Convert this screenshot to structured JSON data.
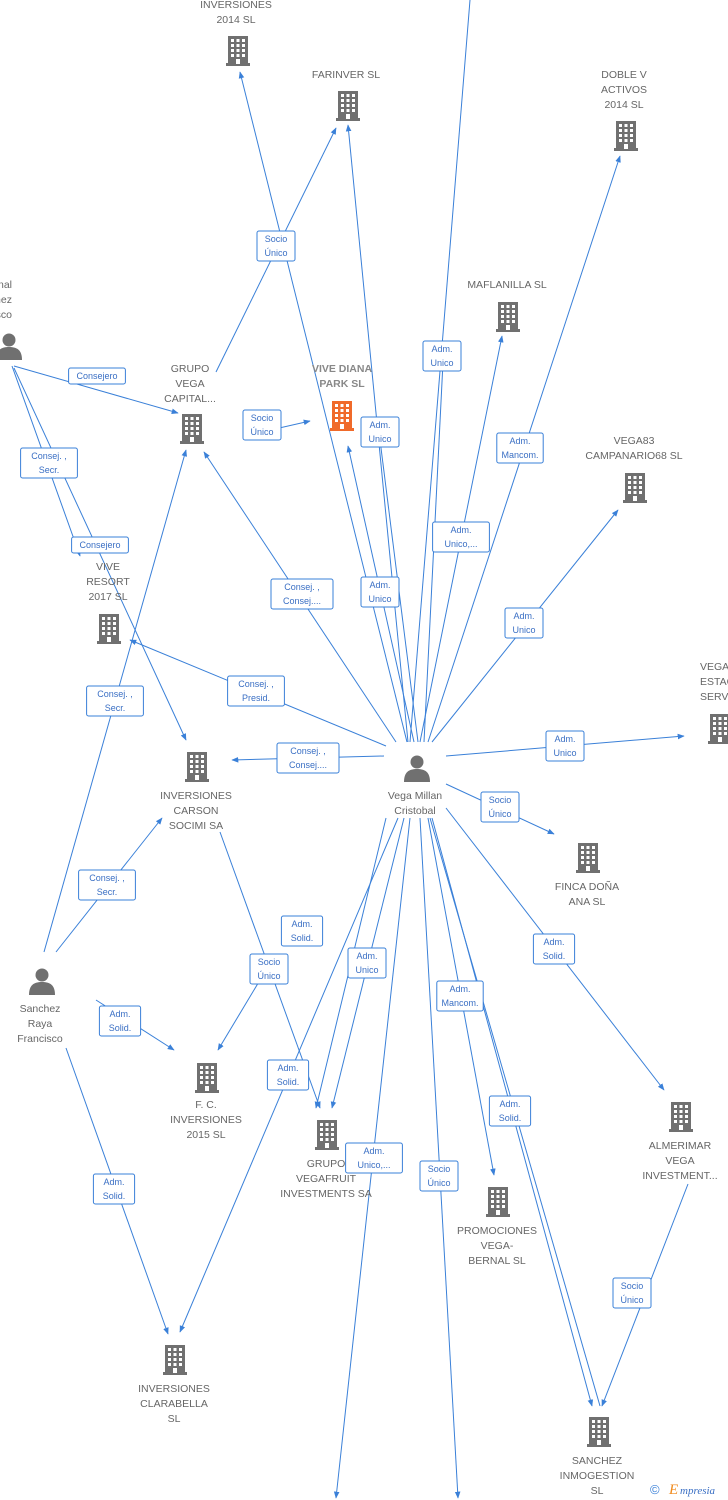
{
  "diagram": {
    "colors": {
      "edge": "#3a80d8",
      "node": "#707070",
      "focus": "#f06a2a",
      "label": "#666666"
    },
    "nodes": [
      {
        "id": "inv2014",
        "type": "company",
        "lines": [
          "INVERSIONES",
          "2014  SL"
        ]
      },
      {
        "id": "farinver",
        "type": "company",
        "lines": [
          "FARINVER  SL"
        ]
      },
      {
        "id": "doblev",
        "type": "company",
        "lines": [
          "DOBLE V",
          "ACTIVOS",
          "2014  SL"
        ]
      },
      {
        "id": "maflanilla",
        "type": "company",
        "lines": [
          "MAFLANILLA  SL"
        ]
      },
      {
        "id": "bernal",
        "type": "person",
        "lines": [
          "ernal",
          "rtinez",
          "ncisco"
        ]
      },
      {
        "id": "grupovega",
        "type": "company",
        "lines": [
          "GRUPO",
          "VEGA",
          "CAPITAL..."
        ]
      },
      {
        "id": "vivediana",
        "type": "focus",
        "lines": [
          "VIVE DIANA",
          "PARK  SL"
        ]
      },
      {
        "id": "vega83",
        "type": "company",
        "lines": [
          "VEGA83",
          "CAMPANARIO68 SL"
        ]
      },
      {
        "id": "viveresort",
        "type": "company",
        "lines": [
          "VIVE",
          "RESORT",
          "2017  SL"
        ]
      },
      {
        "id": "vegaest",
        "type": "company",
        "lines": [
          "VEGA",
          "ESTACI",
          "SERVICI"
        ]
      },
      {
        "id": "carson",
        "type": "company",
        "lines": [
          "INVERSIONES",
          "CARSON",
          "SOCIMI SA"
        ]
      },
      {
        "id": "vegamillan",
        "type": "person",
        "lines": [
          "Vega Millan",
          "Cristobal"
        ]
      },
      {
        "id": "finca",
        "type": "company",
        "lines": [
          "FINCA DOÑA",
          "ANA SL"
        ]
      },
      {
        "id": "sanchezraya",
        "type": "person",
        "lines": [
          "Sanchez",
          "Raya",
          "Francisco"
        ]
      },
      {
        "id": "fc2015",
        "type": "company",
        "lines": [
          "F. C.",
          "INVERSIONES",
          "2015  SL"
        ]
      },
      {
        "id": "vegafruit",
        "type": "company",
        "lines": [
          "GRUPO",
          "VEGAFRUIT",
          "INVESTMENTS SA"
        ]
      },
      {
        "id": "almerimar",
        "type": "company",
        "lines": [
          "ALMERIMAR",
          "VEGA",
          "INVESTMENT..."
        ]
      },
      {
        "id": "promociones",
        "type": "company",
        "lines": [
          "PROMOCIONES",
          "VEGA-",
          "BERNAL SL"
        ]
      },
      {
        "id": "clarabella",
        "type": "company",
        "lines": [
          "INVERSIONES",
          "CLARABELLA",
          "SL"
        ]
      },
      {
        "id": "sanchezinm",
        "type": "company",
        "lines": [
          "SANCHEZ",
          "INMOGESTION",
          "SL"
        ]
      }
    ],
    "edges": [
      {
        "from": "vegamillan",
        "to": "top_offscreen",
        "label": []
      },
      {
        "from": "vegamillan",
        "to": "inv2014",
        "label": []
      },
      {
        "from": "grupovega",
        "to": "farinver",
        "label": [
          "Socio",
          "Único"
        ]
      },
      {
        "from": "vegamillan",
        "to": "farinver",
        "label": []
      },
      {
        "from": "vegamillan",
        "to": "doblev",
        "label": [
          "Adm.",
          "Mancom."
        ]
      },
      {
        "from": "vegamillan",
        "to": "maflanilla",
        "label": [
          "Adm.",
          "Unico,..."
        ]
      },
      {
        "from": "vegamillan",
        "to": "vivediana",
        "label": [
          "Adm.",
          "Unico"
        ]
      },
      {
        "from": "vegamillan",
        "to": "vivediana_b",
        "label": [
          "Adm.",
          "Unico"
        ]
      },
      {
        "from": "vegamillan",
        "to": "vega83",
        "label": [
          "Adm.",
          "Unico"
        ]
      },
      {
        "from": "vegamillan",
        "to": "vegaest",
        "label": [
          "Adm.",
          "Unico"
        ]
      },
      {
        "from": "vegamillan",
        "to": "grupovega",
        "label": [
          "Consej. ,",
          "Consej...."
        ]
      },
      {
        "from": "vegamillan",
        "to": "viveresort",
        "label": [
          "Consej. ,",
          "Presid."
        ]
      },
      {
        "from": "vegamillan",
        "to": "carson",
        "label": [
          "Consej. ,",
          "Consej...."
        ]
      },
      {
        "from": "vegamillan",
        "to": "finca",
        "label": [
          "Socio",
          "Único"
        ]
      },
      {
        "from": "vegamillan",
        "to": "almerimar",
        "label": [
          "Adm.",
          "Solid."
        ]
      },
      {
        "from": "vegamillan",
        "to": "promociones",
        "label": [
          "Adm.",
          "Solid."
        ]
      },
      {
        "from": "vegamillan",
        "to": "sanchezinm",
        "label": [
          "Adm.",
          "Mancom."
        ]
      },
      {
        "from": "vegamillan",
        "to": "vegafruit",
        "label": [
          "Adm.",
          "Unico"
        ]
      },
      {
        "from": "vegamillan",
        "to": "fc2015",
        "label": [
          "Adm.",
          "Solid."
        ]
      },
      {
        "from": "vegamillan",
        "to": "clarabella",
        "label": [
          "Adm.",
          "Solid."
        ]
      },
      {
        "from": "vegamillan",
        "to": "bottom1",
        "label": [
          "Adm.",
          "Unico,..."
        ]
      },
      {
        "from": "vegamillan",
        "to": "bottom2",
        "label": [
          "Socio",
          "Único"
        ]
      },
      {
        "from": "vegamillan",
        "to": "unico_mid",
        "label": [
          "Adm.",
          "Unico"
        ]
      },
      {
        "from": "grupovega",
        "to": "vivediana",
        "label": [
          "Socio",
          "Único"
        ]
      },
      {
        "from": "bernal",
        "to": "grupovega",
        "label": [
          "Consejero"
        ]
      },
      {
        "from": "bernal",
        "to": "viveresort",
        "label": [
          "Consej. ,",
          "Secr."
        ]
      },
      {
        "from": "bernal",
        "to": "carson",
        "label": [
          "Consejero"
        ]
      },
      {
        "from": "sanchezraya",
        "to": "grupovega",
        "label": [
          "Consej. ,",
          "Secr."
        ]
      },
      {
        "from": "sanchezraya",
        "to": "carson",
        "label": [
          "Consej. ,",
          "Secr."
        ]
      },
      {
        "from": "sanchezraya",
        "to": "fc2015",
        "label": [
          "Adm.",
          "Solid."
        ]
      },
      {
        "from": "sanchezraya",
        "to": "clarabella",
        "label": [
          "Adm.",
          "Solid."
        ]
      },
      {
        "from": "carson",
        "to": "vegafruit",
        "label": [
          "Socio",
          "Único"
        ]
      },
      {
        "from": "carson",
        "to": "fc2015",
        "label": []
      },
      {
        "from": "almerimar",
        "to": "sanchezinm",
        "label": [
          "Socio",
          "Único"
        ]
      },
      {
        "from": "vegamillan",
        "to": "sanchezinm_b",
        "label": []
      }
    ]
  },
  "watermark": {
    "symbol": "©",
    "brand_initial": "E",
    "brand_rest": "mpresia"
  }
}
